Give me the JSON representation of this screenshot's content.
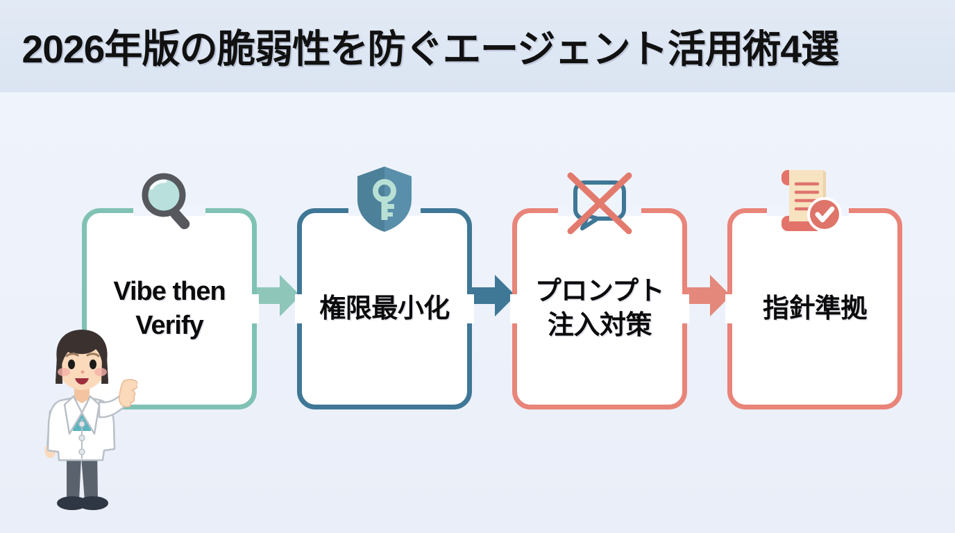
{
  "header": {
    "title": "2026年版の脆弱性を防ぐエージェント活用術4選"
  },
  "flow": {
    "steps": [
      {
        "label": "Vibe then\nVerify",
        "icon": "magnifying-glass-icon",
        "accent": "#7fc2b4",
        "script": "latin"
      },
      {
        "label": "権限最小化",
        "icon": "shield-key-icon",
        "accent": "#3f7796",
        "script": "jp"
      },
      {
        "label": "プロンプト\n注入対策",
        "icon": "no-prompt-injection-icon",
        "accent": "#e88478",
        "script": "jp"
      },
      {
        "label": "指針準拠",
        "icon": "certified-scroll-icon",
        "accent": "#e88478",
        "script": "jp"
      }
    ],
    "arrows": [
      {
        "name": "arrow-step1-to-step2",
        "color": "#8ec7ba"
      },
      {
        "name": "arrow-step2-to-step3",
        "color": "#3f7796"
      },
      {
        "name": "arrow-step3-to-step4",
        "color": "#e3887b"
      }
    ]
  },
  "character": {
    "name": "female-scientist-pointing",
    "colors": {
      "hair": "#3b3230",
      "skin": "#fbd9bb",
      "coat": "#ffffff",
      "coat_outline": "#b9c0c7",
      "shirt": "#5ab5bf",
      "pants": "#5a626d",
      "shoes": "#2f3744",
      "blush": "#f6b0a8",
      "mouth": "#9e2e3e"
    }
  },
  "theme": {
    "page_background": "#eef2fb",
    "header_background": "#dde6f3",
    "card_background": "#ffffff",
    "text_color": "#0b0b0b"
  }
}
